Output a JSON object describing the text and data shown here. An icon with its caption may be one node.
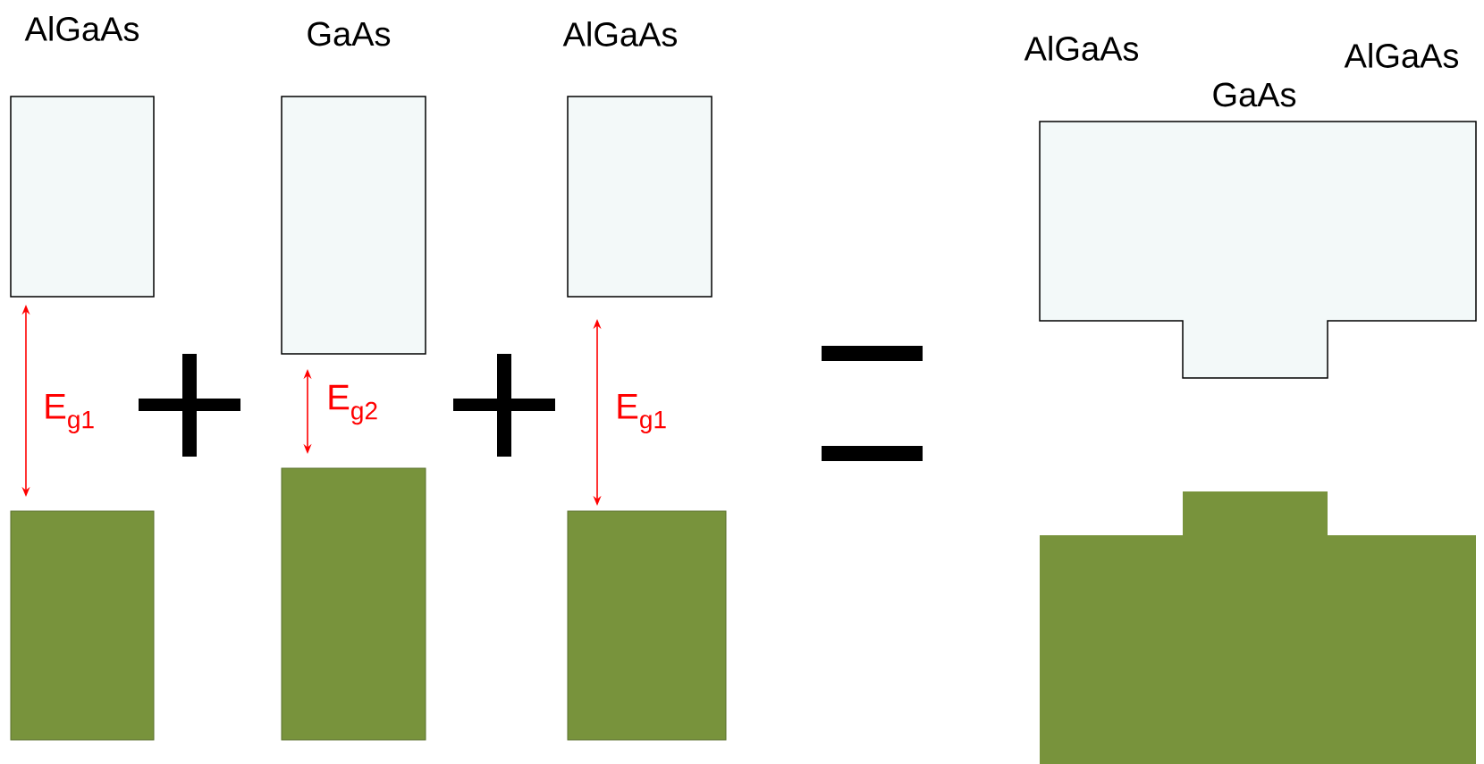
{
  "diagram": {
    "nodes": [
      {
        "text": [
          "AlGaAs"
        ]
      },
      {
        "text": [],
        "shape": "box"
      },
      {
        "text": [
          "GaAs"
        ]
      },
      {
        "text": [],
        "shape": "box"
      },
      {
        "text": [
          "AlGaAs"
        ]
      },
      {
        "text": [],
        "shape": "box"
      },
      {
        "text": [
          "AlGaAs",
          "GaAs",
          "AlGaAs"
        ]
      },
      {
        "text": [],
        "shape": "box"
      }
    ],
    "labels": [
      "E$_{g1}$",
      "E$_{g2}$",
      "E$_{g1}$"
    ]
  }
}
